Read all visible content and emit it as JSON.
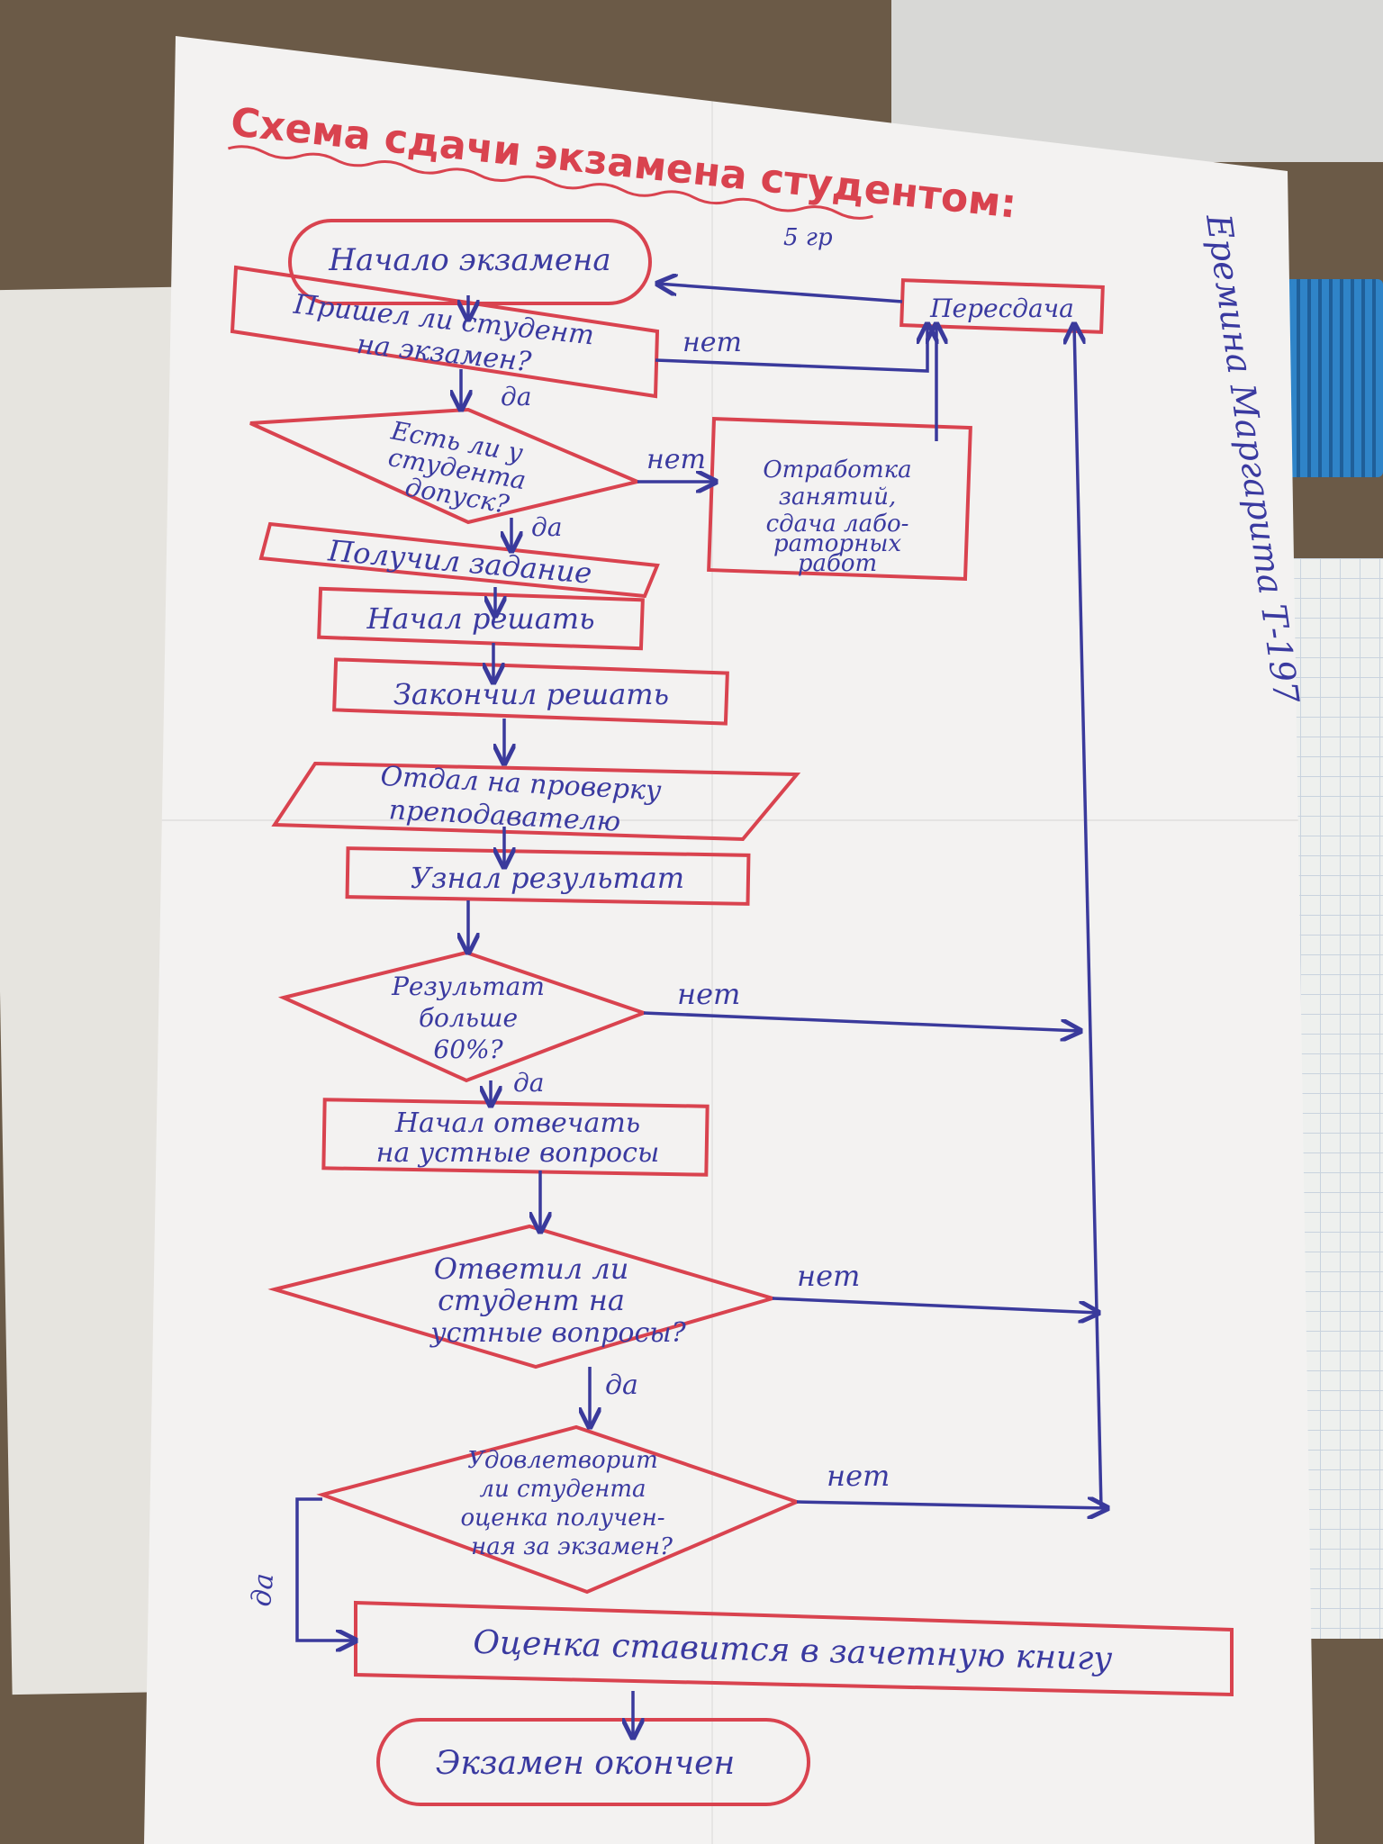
{
  "title": "Схема сдачи экзамена студентом:",
  "author_margin": "Еремина Маргарита Т-197",
  "corner_note": "5 гр",
  "nodes": {
    "start": "Начало экзамена",
    "came": [
      "Пришел ли студент",
      "на экзамен?"
    ],
    "admission": [
      "Есть ли у",
      "студента",
      "допуск?"
    ],
    "make_up": [
      "Отработка",
      "занятий,",
      "сдача лабо-",
      "раторных",
      "работ"
    ],
    "retake": "Пересдача",
    "got_task": "Получил задание",
    "began_solving": "Начал решать",
    "finished_solving": "Закончил решать",
    "handed_in": [
      "Отдал на проверку",
      "преподавателю"
    ],
    "learned_result": "Узнал результат",
    "result_check": [
      "Результат",
      "больше",
      "60%?"
    ],
    "began_answering": [
      "Начал отвечать",
      "на устные вопросы"
    ],
    "answered": [
      "Ответил ли",
      "студент на",
      "устные вопросы?"
    ],
    "satisfied": [
      "Удовлетворит",
      "ли студента",
      "оценка получен-",
      "ная за экзамен?"
    ],
    "record": "Оценка ставится в зачетную книгу",
    "end": "Экзамен окончен"
  },
  "edge_labels": {
    "yes": "да",
    "no": "нет"
  },
  "colors": {
    "shape_red": "#d9434f",
    "ink_blue": "#3a3aa0",
    "paper": "#f3f2f1"
  }
}
